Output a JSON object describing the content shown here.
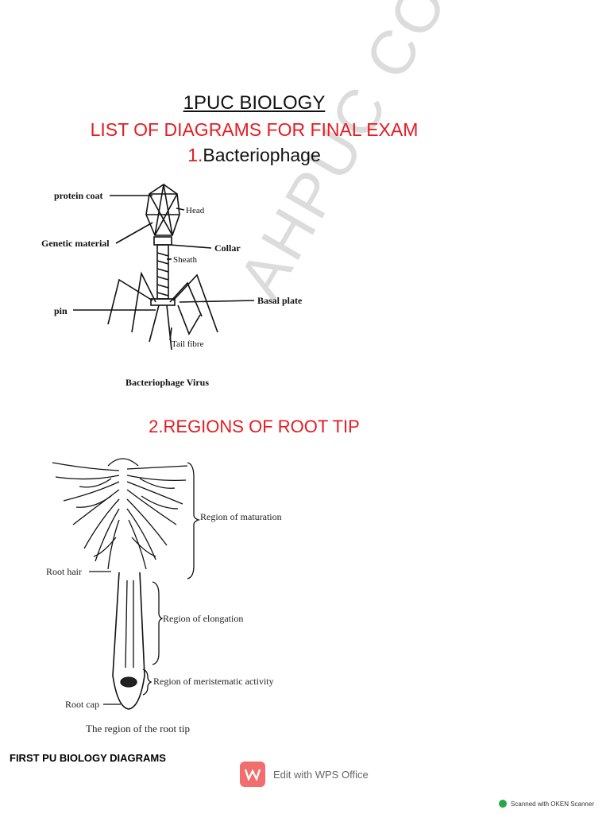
{
  "document": {
    "title": "1PUC BIOLOGY",
    "subtitle": "LIST OF DIAGRAMS FOR FINAL EXAM",
    "watermark": "AHPUC COLLEGE"
  },
  "sections": [
    {
      "number": "1.",
      "heading": "Bacteriophage",
      "diagram": {
        "caption": "Bacteriophage Virus",
        "labels": {
          "protein_coat": "protein coat",
          "head": "Head",
          "genetic_material": "Genetic material",
          "collar": "Collar",
          "sheath": "Sheath",
          "basal_plate": "Basal plate",
          "pin": "pin",
          "tail_fibre": "Tail fibre"
        }
      }
    },
    {
      "heading": "2.REGIONS OF ROOT TIP",
      "diagram": {
        "caption": "The region of the root tip",
        "labels": {
          "maturation": "Region of maturation",
          "root_hair": "Root hair",
          "elongation": "Region of elongation",
          "meristematic": "Region of meristematic activity",
          "root_cap": "Root cap"
        }
      }
    }
  ],
  "footer": {
    "left_text": "FIRST PU BIOLOGY DIAGRAMS",
    "wps_label": "Edit with WPS Office",
    "wps_icon": "wps-w-icon",
    "scanner_label": "Scanned with OKEN Scanner",
    "scanner_icon": "scanner-logo-icon"
  },
  "colors": {
    "accent_red": "#e51c23",
    "text": "#111111",
    "watermark": "#dcdcdc",
    "wps_logo": "#f26d6d"
  }
}
